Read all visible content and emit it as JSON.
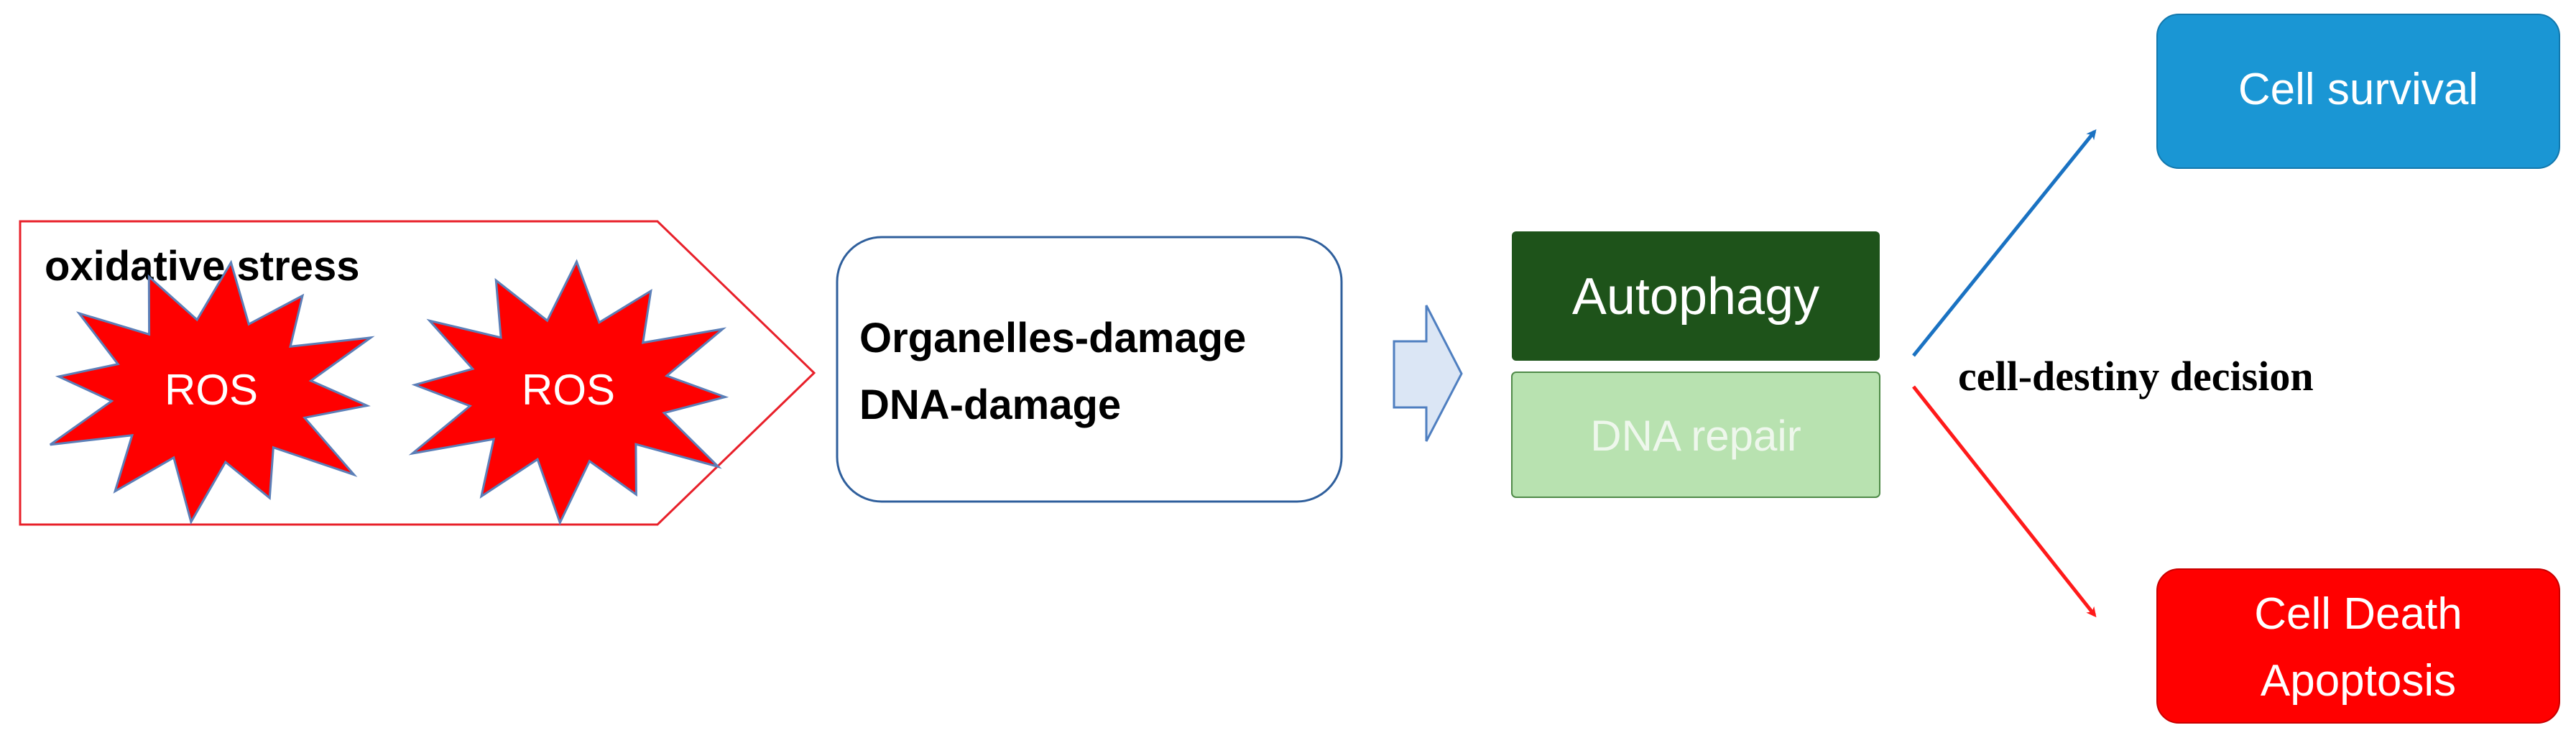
{
  "stress_box": {
    "title": "oxidative stress",
    "ros_labels": [
      "ROS",
      "ROS"
    ]
  },
  "damage_box": {
    "lines": [
      "Organelles-damage",
      "DNA-damage"
    ]
  },
  "response": {
    "autophagy": "Autophagy",
    "dna_repair": "DNA repair"
  },
  "decision_label": "cell-destiny decision",
  "outcomes": {
    "survival": "Cell survival",
    "death_lines": [
      "Cell Death",
      "Apoptosis"
    ]
  },
  "colors": {
    "stress_border": "#e8202a",
    "ros_fill": "#ff0000",
    "ros_stroke": "#5b7fb8",
    "damage_border": "#2f5f9c",
    "arrow_fill": "#dbe6f5",
    "arrow_stroke": "#4f7fc0",
    "autophagy_fill": "#1e531a",
    "dna_repair_fill": "#b8e2b0",
    "dna_repair_text": "#eef7ec",
    "survival_fill": "#1a96d4",
    "death_fill": "#ff0000",
    "blue_arrow": "#1a72c2",
    "red_arrow": "#ff1a1a"
  }
}
